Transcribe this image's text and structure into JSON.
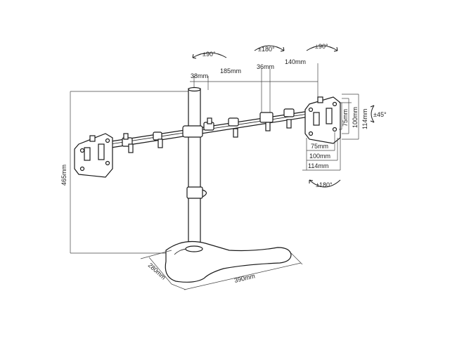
{
  "labels": {
    "rot_top_left": "±90°",
    "rot_top_mid": "±180°",
    "rot_top_right": "±90°",
    "rot_side": "±45°",
    "rot_bottom": "±180°",
    "d38": "38mm",
    "d185": "185mm",
    "d36": "36mm",
    "d140": "140mm",
    "d465": "465mm",
    "d280": "280mm",
    "d390": "390mm",
    "vesa_h75": "75mm",
    "vesa_h100": "100mm",
    "vesa_h114": "114mm",
    "vesa_w75": "75mm",
    "vesa_w100": "100mm",
    "vesa_w114": "114mm"
  },
  "icons": {
    "rotation": "rotation-arc-icon"
  },
  "colors": {
    "line": "#1a1a1a",
    "background": "#ffffff"
  }
}
